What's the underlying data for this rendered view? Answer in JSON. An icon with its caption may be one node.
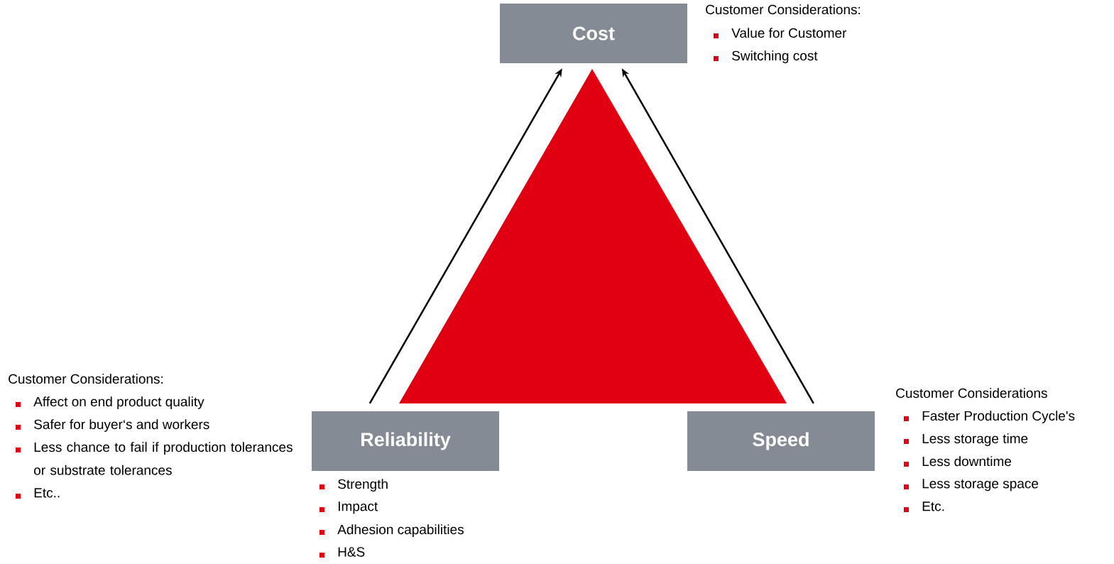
{
  "diagram": {
    "nodes": [
      {
        "text": [
          "Cost"
        ],
        "beside": [
          "Customer Considerations:",
          "Value for Customer",
          "Switching cost"
        ]
      },
      {
        "text": [
          "Reliability"
        ],
        "beside": [
          "Strength",
          "Impact",
          "Adhesion capabilities",
          "H&S",
          "Customer Considerations:",
          "Affect on end product quality",
          "Safer for buyer‘s and workers",
          "Less chance to fail if production tolerances or substrate tolerances",
          "Etc.."
        ]
      },
      {
        "text": [
          "Speed"
        ],
        "beside": [
          "Customer Considerations",
          "Faster Production Cycle's",
          "Less storage time",
          "Less downtime",
          "Less storage space",
          "Etc."
        ]
      },
      {
        "text": [],
        "shape": "triangle"
      }
    ],
    "edges": [
      {
        "from": 1,
        "to": 0,
        "arrow": "to"
      },
      {
        "from": 2,
        "to": 0,
        "arrow": "to"
      }
    ]
  }
}
